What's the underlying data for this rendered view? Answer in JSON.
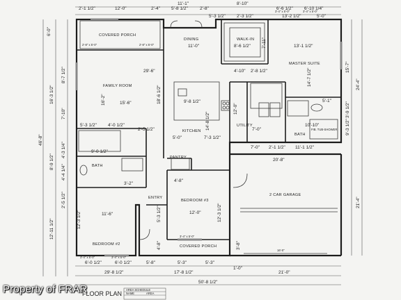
{
  "rooms": {
    "covered_porch_top": "COVERED PORCH",
    "dining": "DINING",
    "walk_in": "WALK-IN",
    "master_suite": "MASTER SUITE",
    "family_room": "FAMILY ROOM",
    "kitchen": "KITCHEN",
    "utility": "UTILITY",
    "bath_master": "BATH",
    "bath_left": "BATH",
    "pantry": "PANTRY",
    "bedroom_3": "BEDROOM #3",
    "garage": "2 CAR GARAGE",
    "entry": "ENTRY",
    "bedroom_2": "BEDROOM #2",
    "covered_porch_bottom": "COVERED PORCH",
    "title": "FLOOR PLAN"
  },
  "dims": {
    "top_row1": [
      "2'-1 1/2\"",
      "12'-0\"",
      "2'-4\"",
      "5'-8 1/2\"",
      "2'-8\"",
      "8'-10\"",
      "6'-6 1/2\"",
      "6'-10 1/4\""
    ],
    "top_row2": [
      "11'-1\"",
      "5'-3 1/2\"",
      "2'-3 1/2\"",
      "13'-2 1/2\"",
      "5'-0\""
    ],
    "left_col": [
      "6'-0\"",
      "8'-7 1/2\"",
      "16'-3 1/2\"",
      "7'-10\"",
      "46'-8\"",
      "8'-9 1/2\"",
      "4'-3 1/4\"",
      "4'-4 1/4\"",
      "2'-5 1/2\"",
      "12'-11 1/2\""
    ],
    "right_col": [
      "15'-7\"",
      "24'-4\"",
      "3'-9 1/2\"",
      "9'-3 1/2\"",
      "21'-4\""
    ],
    "bottom_row1": [
      "6'-0 1/2\"",
      "6'-0 1/2\"",
      "5'-8\"",
      "5'-3\"",
      "5'-3\""
    ],
    "bottom_row2": [
      "29'-8 1/2\"",
      "17'-8 1/2\"",
      "1'-0\"",
      "21'-0\""
    ],
    "overall_width": "50'-8 1/2\"",
    "dining": "11'-0\"",
    "walk_in": "8'-6 1/2\"",
    "walk_in_side": "7'-11\"",
    "master_w": "13'-1 1/2\"",
    "master_h": "14'-7 1/2\"",
    "family_w": "29'-6\"",
    "family_room_w": "15'-6\"",
    "family_h": "16'-2\"",
    "kitchen_w": "18'-6 1/2\"",
    "kitchen_island": "9'-8 1/2\"",
    "kitchen_h": "14'-8 1/2\"",
    "kitchen_low": "7'-3 1/2\"",
    "kitchen_top": "4'-10\"",
    "kitchen_top2": "2'-8 1/2\"",
    "utility_w": "7'-0\"",
    "utility_h": "12'-0\"",
    "bath_w": "10'-10\"",
    "bath_h": "5'-1\"",
    "hall_1": "5'-3 1/2\"",
    "hall_2": "4'-0 1/2\"",
    "hall_3": "2'-5 1/2\"",
    "bath_left_w": "9'-0 1/2\"",
    "bath_left_2": "3'-2\"",
    "pantry_w": "5'-0\"",
    "bed3_w": "12'-0\"",
    "bed3_h": "12'-3 1/2\"",
    "bed3_top": "4'-8\"",
    "garage_w": "20'-8\"",
    "garage_door": "16'-0\"",
    "garage_hall": "7'-0\"",
    "garage_hall2": "2'-1 1/2\"",
    "garage_hall3": "11'-1 1/2\"",
    "bed2_w": "11'-6\"",
    "bed2_h": "12'-3 1/2\"",
    "entry_h": "5'-3 1/2\"",
    "porch_h": "3'-8\"",
    "porch_h2": "4'-8\"",
    "porch_top_left": "2'-8\" x 5'-0\"",
    "porch_top_right": "2'-8\" x 5'-0\"",
    "porch_bottom": "3'-4\" x 5'-0\"",
    "bed2_win1": "3'-4\" x 5'-0\"",
    "bed2_win2": "3'-4\" x 5'-0\"",
    "top_win1": "3'-4\" x 5'-0\"",
    "top_win2": "3'-4\" x 5'-0\"",
    "tub": "FIB. TUB-SHOWER",
    "bottom_table_1": "AREA SCHEDULE",
    "bottom_table_2": "NAME",
    "bottom_table_3": "AREA"
  },
  "watermark": "Property of FRAR"
}
